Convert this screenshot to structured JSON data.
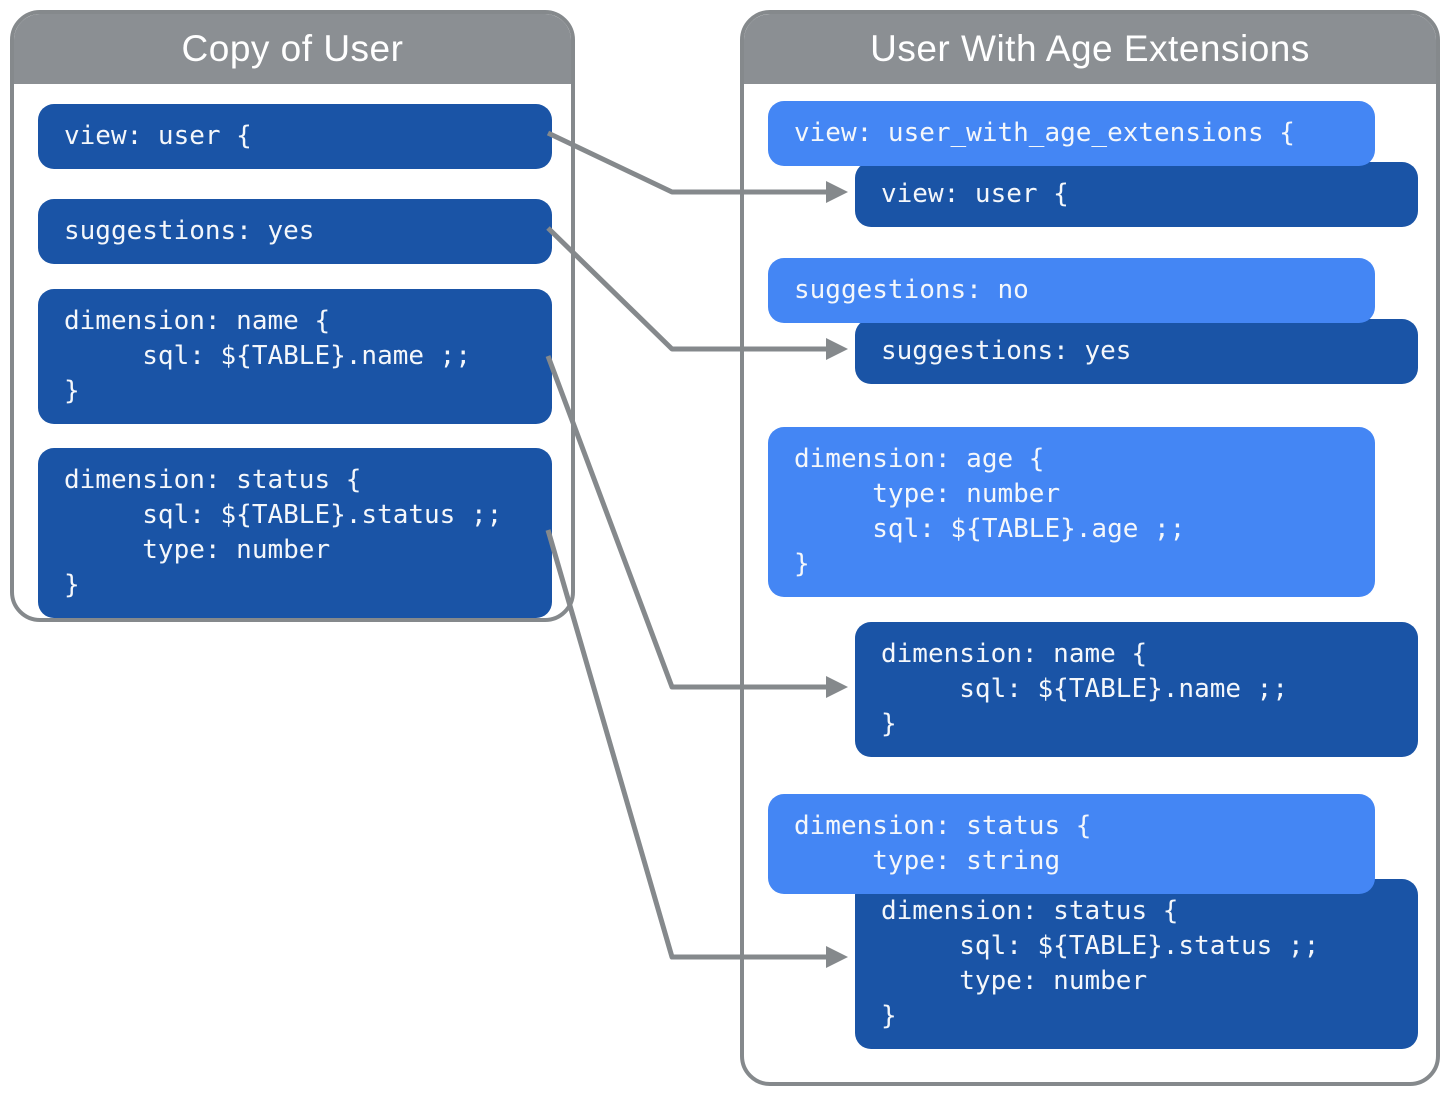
{
  "diagram": {
    "left_panel": {
      "title": "Copy of User",
      "blocks": [
        {
          "text": "view: user {"
        },
        {
          "text": "suggestions: yes"
        },
        {
          "text": "dimension: name {\n     sql: ${TABLE}.name ;;\n}"
        },
        {
          "text": "dimension: status {\n     sql: ${TABLE}.status ;;\n     type: number\n}"
        }
      ]
    },
    "right_panel": {
      "title": "User With Age Extensions",
      "groups": [
        {
          "override": "view: user_with_age_extensions {",
          "original": "view: user {"
        },
        {
          "override": "suggestions: no",
          "original": "suggestions: yes"
        },
        {
          "extension": "dimension: age {\n     type: number\n     sql: ${TABLE}.age ;;\n}"
        },
        {
          "original": "dimension: name {\n     sql: ${TABLE}.name ;;\n}"
        },
        {
          "override": "dimension: status {\n     type: string",
          "original": "dimension: status {\n     sql: ${TABLE}.status ;;\n     type: number\n}"
        }
      ]
    },
    "connections": [
      {
        "from": "copy-of-user block view: user {",
        "to": "original block view: user {"
      },
      {
        "from": "copy-of-user block suggestions: yes",
        "to": "original block suggestions: yes"
      },
      {
        "from": "copy-of-user block dimension: name",
        "to": "original block dimension: name"
      },
      {
        "from": "copy-of-user block dimension: status",
        "to": "original block dimension: status"
      }
    ],
    "colors": {
      "dark_blue": "#1A54A6",
      "light_blue": "#4486F4",
      "header_gray": "#8B8F93",
      "border_gray": "#85898C",
      "text_white": "#F4F7FB"
    }
  }
}
